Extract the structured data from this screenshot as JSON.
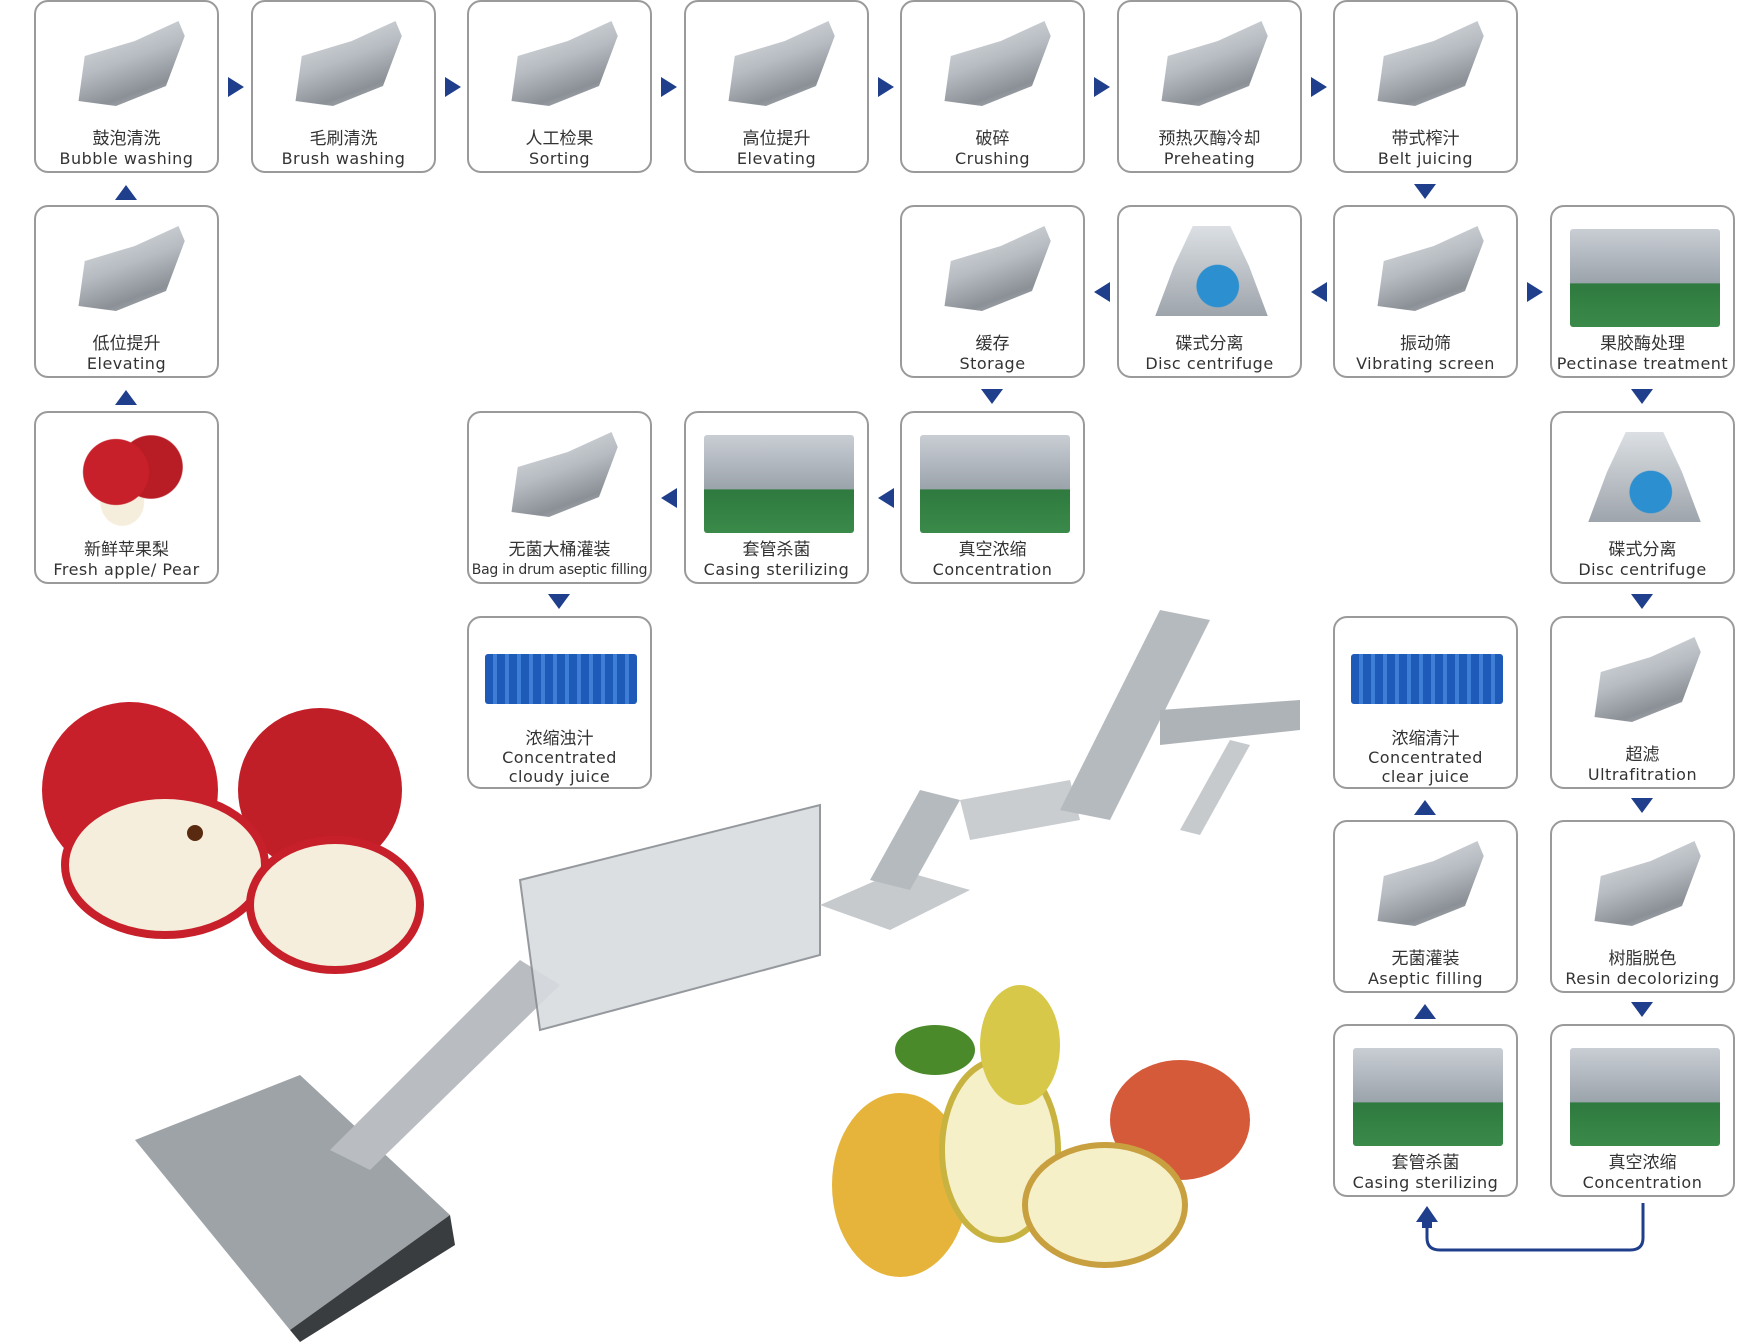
{
  "colors": {
    "arrow": "#1f3f8c",
    "border": "#9a9a9a"
  },
  "steps": [
    {
      "id": "bubble-washing",
      "cn": "鼓泡清洗",
      "en": "Bubble washing",
      "icon": "bubble-washer-icon"
    },
    {
      "id": "brush-washing",
      "cn": "毛刷清洗",
      "en": "Brush washing",
      "icon": "brush-washer-icon"
    },
    {
      "id": "sorting",
      "cn": "人工检果",
      "en": "Sorting",
      "icon": "sorting-table-icon"
    },
    {
      "id": "elevating-high",
      "cn": "高位提升",
      "en": "Elevating",
      "icon": "elevator-icon"
    },
    {
      "id": "crushing",
      "cn": "破碎",
      "en": "Crushing",
      "icon": "crusher-icon"
    },
    {
      "id": "preheating",
      "cn": "预热灭酶冷却",
      "en": "Preheating",
      "icon": "preheater-icon"
    },
    {
      "id": "belt-juicing",
      "cn": "带式榨汁",
      "en": "Belt juicing",
      "icon": "belt-press-icon"
    },
    {
      "id": "elevating-low",
      "cn": "低位提升",
      "en": "Elevating",
      "icon": "elevator-icon"
    },
    {
      "id": "storage",
      "cn": "缓存",
      "en": "Storage",
      "icon": "storage-tank-icon"
    },
    {
      "id": "disc-centrifuge-1",
      "cn": "碟式分离",
      "en": "Disc centrifuge",
      "icon": "centrifuge-icon"
    },
    {
      "id": "vibrating-screen",
      "cn": "振动筛",
      "en": "Vibrating screen",
      "icon": "vibrating-screen-icon"
    },
    {
      "id": "pectinase",
      "cn": "果胶酶处理",
      "en": "Pectinase treatment",
      "icon": "tanks-icon"
    },
    {
      "id": "fresh-fruit",
      "cn": "新鲜苹果梨",
      "en": "Fresh apple/ Pear",
      "icon": "apple-icon"
    },
    {
      "id": "bag-drum-filling",
      "cn": "无菌大桶灌装",
      "en": "Bag in drum aseptic filling",
      "icon": "aseptic-filler-icon"
    },
    {
      "id": "casing-sterilizing-1",
      "cn": "套管杀菌",
      "en": "Casing sterilizing",
      "icon": "sterilizer-photo-icon"
    },
    {
      "id": "concentration-1",
      "cn": "真空浓缩",
      "en": "Concentration",
      "icon": "evaporator-photo-icon"
    },
    {
      "id": "disc-centrifuge-2",
      "cn": "碟式分离",
      "en": "Disc centrifuge",
      "icon": "centrifuge-icon"
    },
    {
      "id": "cloudy-juice",
      "cn": "浓缩浊汁",
      "en": "Concentrated",
      "en2": "cloudy juice",
      "icon": "drums-icon"
    },
    {
      "id": "clear-juice",
      "cn": "浓缩清汁",
      "en": "Concentrated",
      "en2": "clear juice",
      "icon": "drums-icon"
    },
    {
      "id": "ultrafiltration",
      "cn": "超滤",
      "en": "Ultrafitration",
      "icon": "ultrafilter-icon"
    },
    {
      "id": "aseptic-filling",
      "cn": "无菌灌装",
      "en": "Aseptic filling",
      "icon": "aseptic-filler-icon"
    },
    {
      "id": "resin-decolorizing",
      "cn": "树脂脱色",
      "en": "Resin decolorizing",
      "icon": "resin-columns-icon"
    },
    {
      "id": "casing-sterilizing-2",
      "cn": "套管杀菌",
      "en": "Casing sterilizing",
      "icon": "sterilizer-photo-icon"
    },
    {
      "id": "concentration-2",
      "cn": "真空浓缩",
      "en": "Concentration",
      "icon": "evaporator-photo-icon"
    }
  ]
}
